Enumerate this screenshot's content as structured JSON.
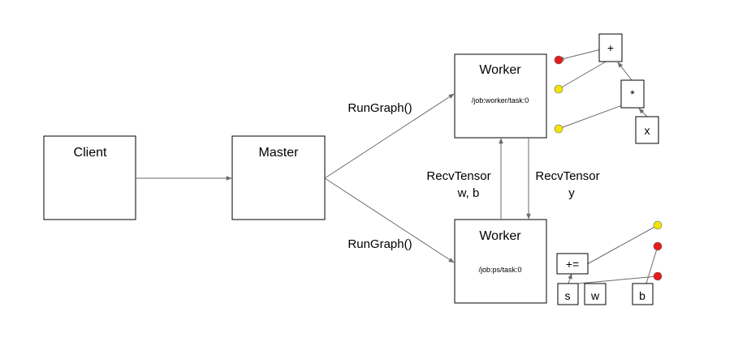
{
  "nodes": {
    "client": {
      "label": "Client"
    },
    "master": {
      "label": "Master"
    },
    "worker_top": {
      "label": "Worker",
      "job": "/job:worker/task:0"
    },
    "worker_bottom": {
      "label": "Worker",
      "job": "/job:ps/task:0"
    }
  },
  "edges": {
    "rungraph_top": "RunGraph()",
    "rungraph_bottom": "RunGraph()",
    "recv_left_line1": "RecvTensor",
    "recv_left_line2": "w, b",
    "recv_right_line1": "RecvTensor",
    "recv_right_line2": "y"
  },
  "graph_top": {
    "plus": "+",
    "mul": "*",
    "x": "x"
  },
  "graph_bottom": {
    "assign_add": "+=",
    "s": "s",
    "w": "w",
    "b": "b"
  },
  "colors": {
    "red": "#e81a1a",
    "yellow": "#f2e600"
  }
}
